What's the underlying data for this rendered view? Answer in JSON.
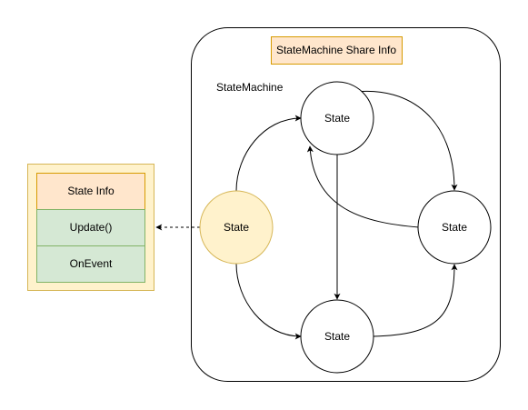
{
  "state_machine": {
    "title": "StateMachine",
    "share_info_label": "StateMachine Share Info",
    "states": {
      "active": "State",
      "top": "State",
      "right": "State",
      "bottom": "State"
    }
  },
  "state_panel": {
    "info_label": "State Info",
    "update_label": "Update()",
    "event_label": "OnEvent"
  },
  "colors": {
    "active_state_fill": "#fff2cc",
    "active_state_stroke": "#d6b656",
    "info_fill": "#ffe6cc",
    "info_stroke": "#d79b00",
    "method_fill": "#d5e8d4",
    "method_stroke": "#82b366",
    "share_info_fill": "#ffe6cc",
    "share_info_stroke": "#d79b00",
    "outline": "#000000"
  }
}
